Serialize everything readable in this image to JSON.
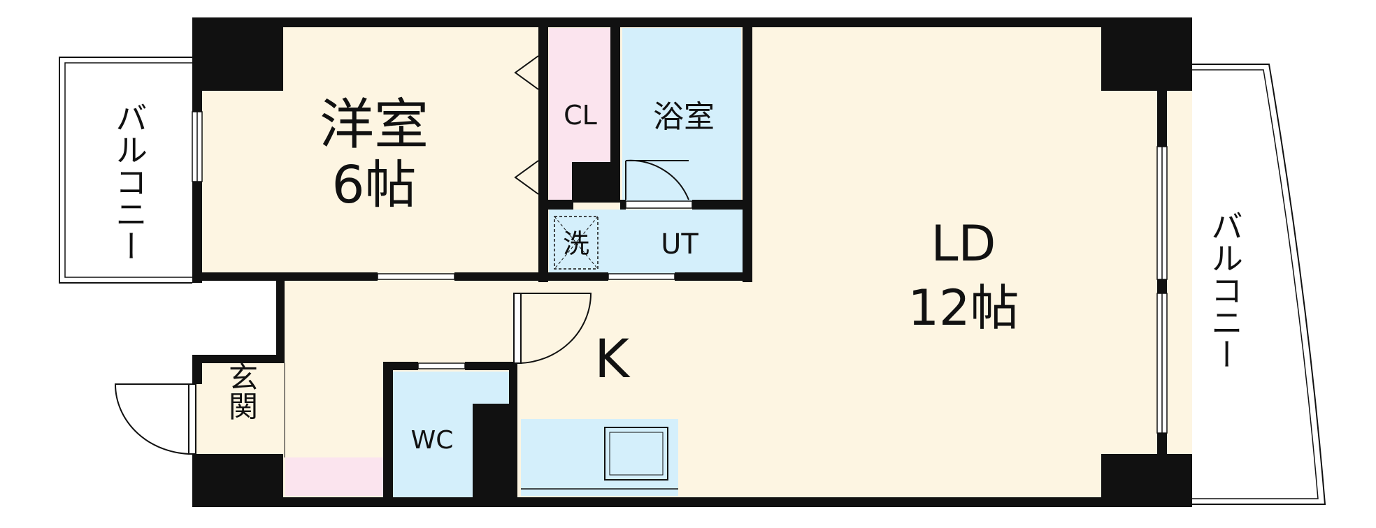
{
  "rooms": {
    "western_room": {
      "name": "洋室",
      "size": "6帖"
    },
    "closet": {
      "name": "CL"
    },
    "bathroom": {
      "name": "浴室"
    },
    "washer": {
      "name": "洗"
    },
    "utility": {
      "name": "UT"
    },
    "living_dining": {
      "name": "LD",
      "size": "12帖"
    },
    "kitchen": {
      "name": "K"
    },
    "entrance": {
      "name": "玄関"
    },
    "toilet": {
      "name": "WC"
    },
    "balcony_left": {
      "name": "バルコニー"
    },
    "balcony_right": {
      "name": "バルコニー"
    }
  },
  "colors": {
    "wall": "#111111",
    "floor": "#fdf5e2",
    "wet_area": "#d4effb",
    "closet": "#fbe4ee",
    "line": "#111111"
  }
}
